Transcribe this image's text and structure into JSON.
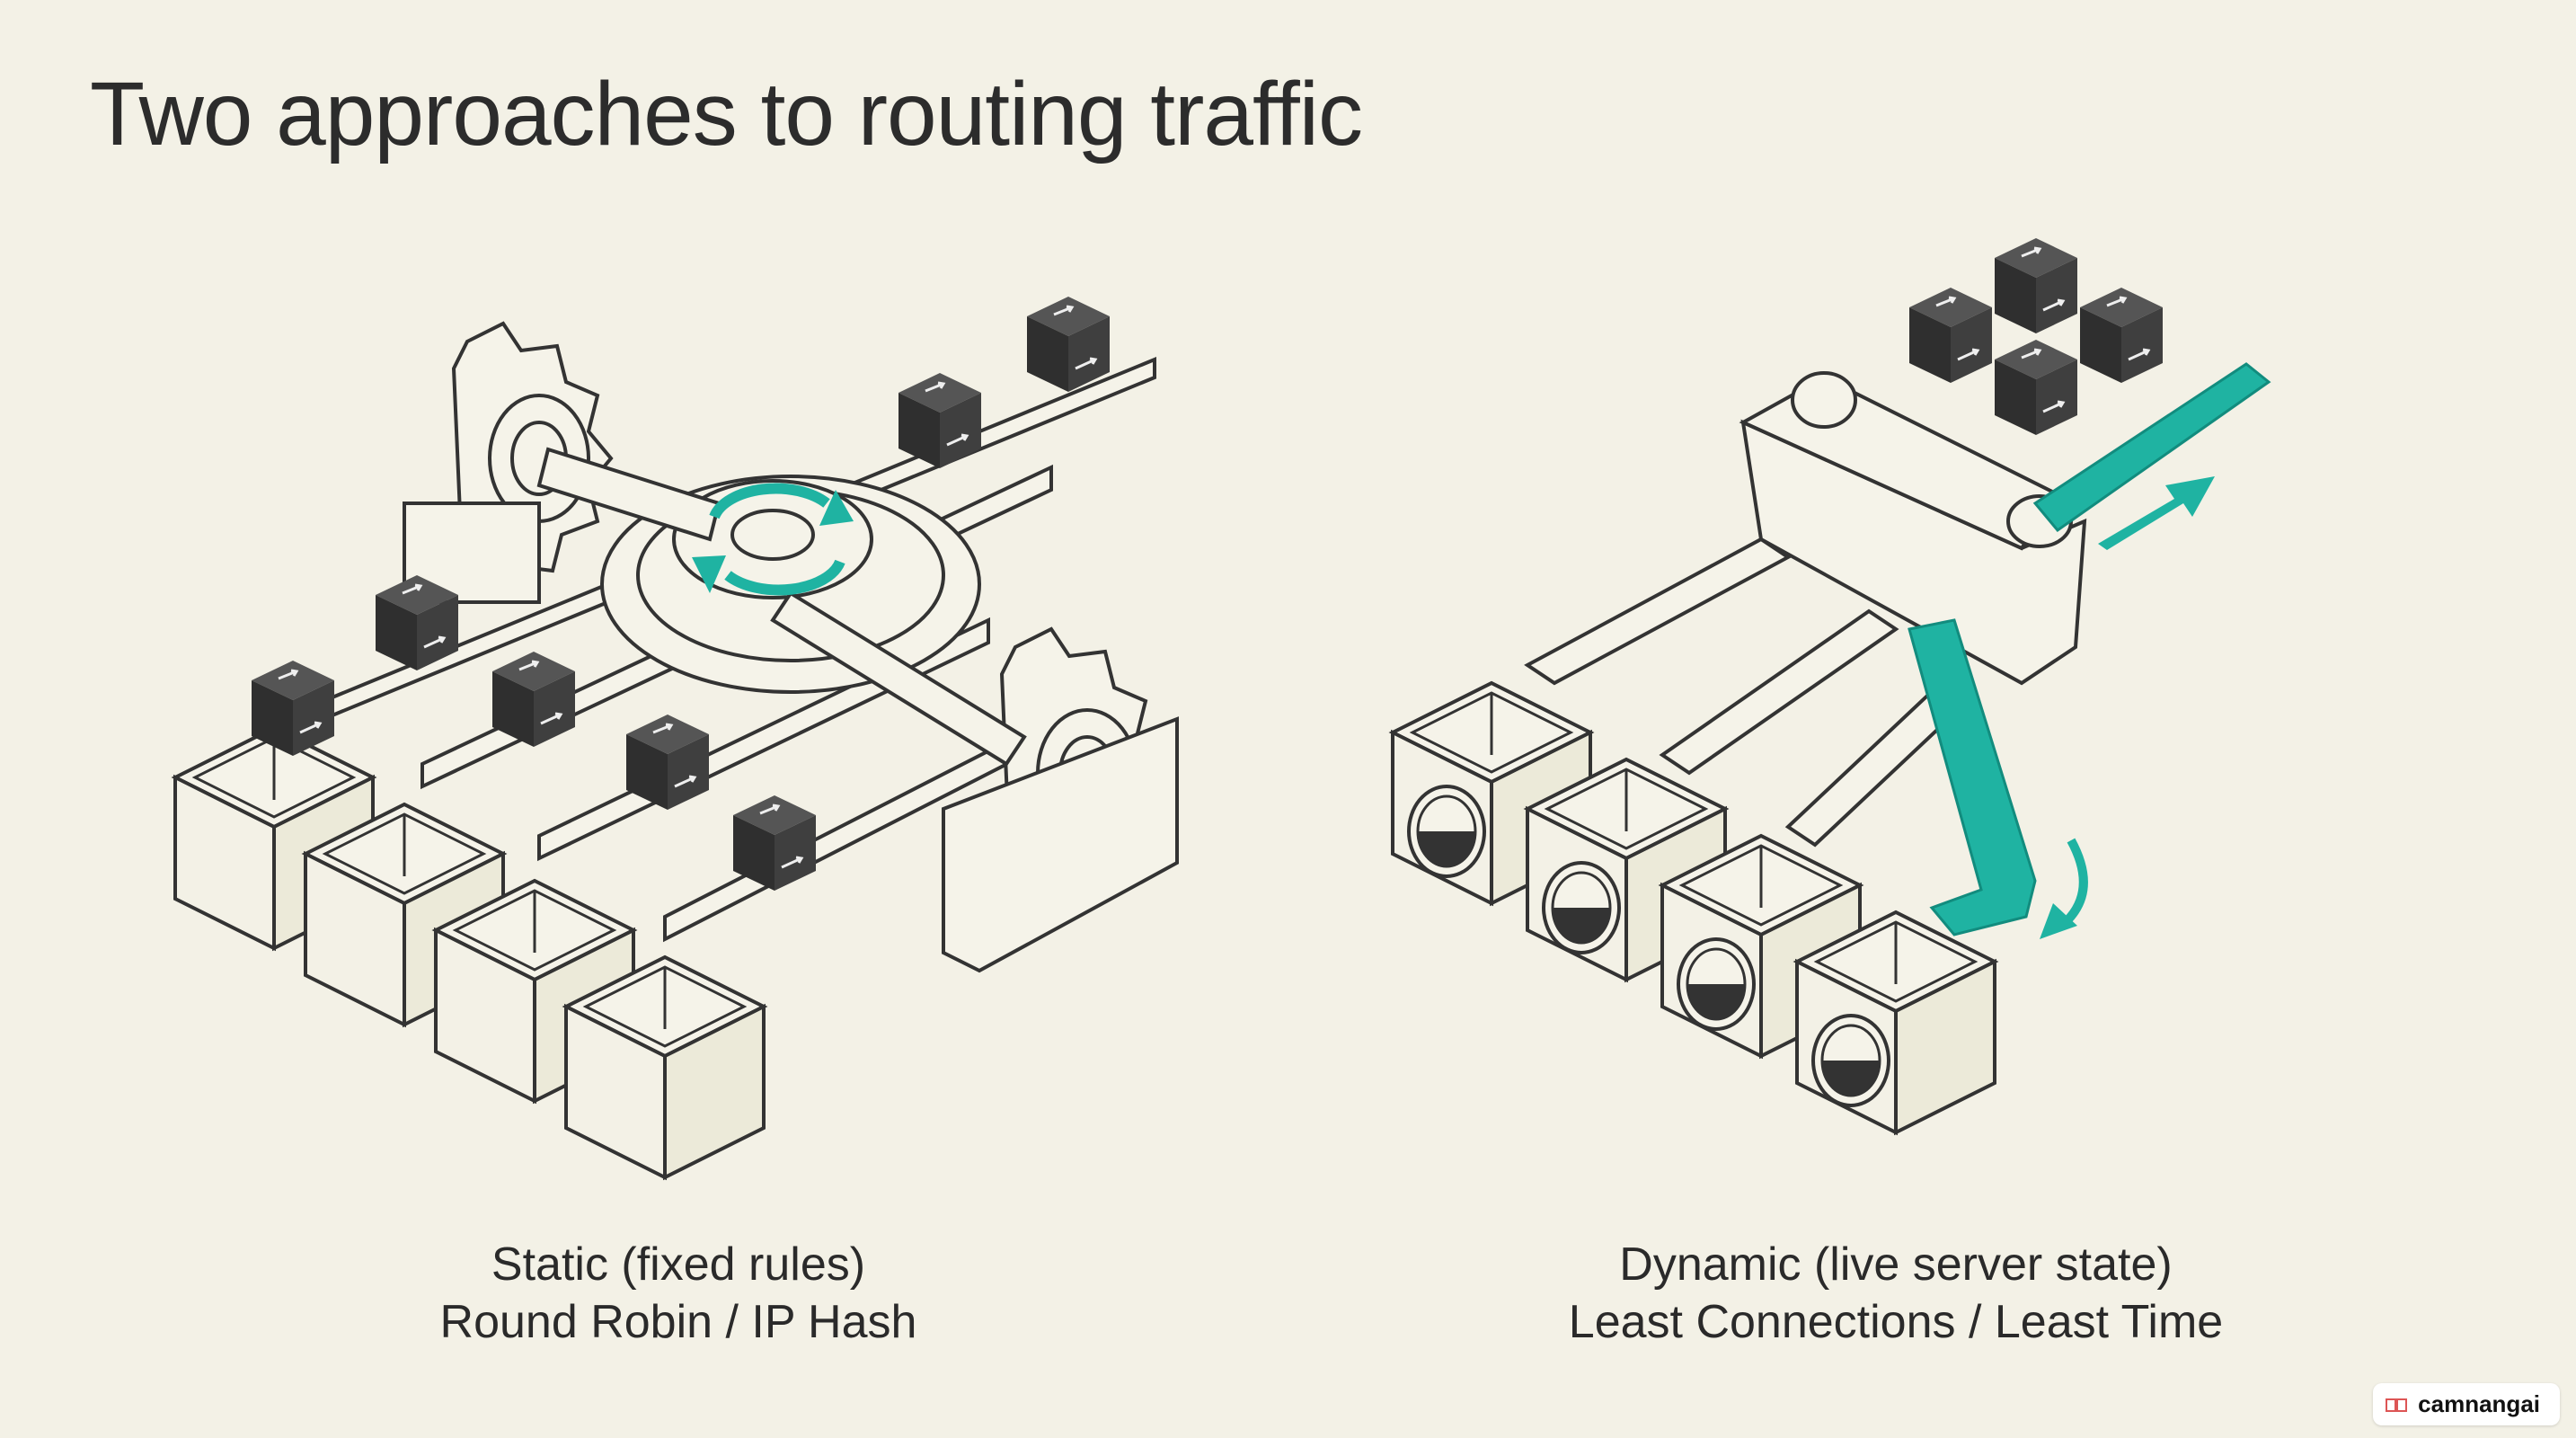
{
  "title": "Two approaches to routing traffic",
  "left": {
    "caption_main": "Static (fixed rules)",
    "caption_sub": "Round Robin / IP Hash"
  },
  "right": {
    "caption_main": "Dynamic (live server state)",
    "caption_sub": "Least Connections / Least Time"
  },
  "badge": {
    "label": "camnangai",
    "icon": "book-icon"
  },
  "colors": {
    "accent": "#1fb3a2",
    "ink": "#2a2a2a",
    "background": "#f3f1e6",
    "box": "#3a3a3a"
  }
}
